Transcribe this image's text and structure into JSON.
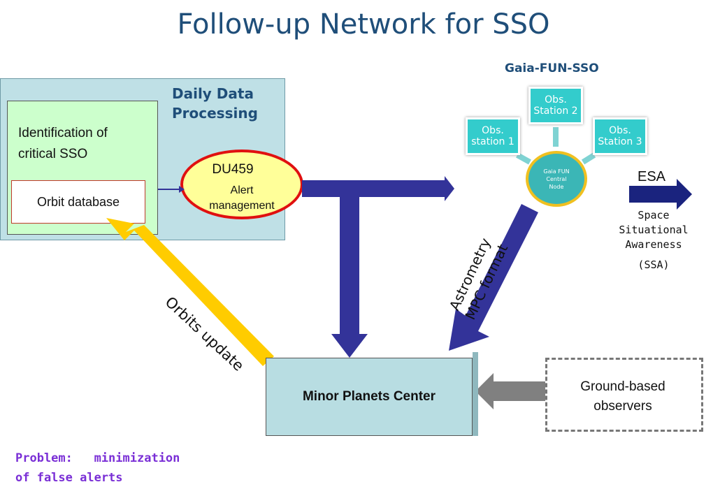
{
  "title": "Follow-up Network for SSO",
  "daily_processing": {
    "label": "Daily Data\nProcessing",
    "identification": "Identification of\ncritical SSO",
    "orbit_database": "Orbit database"
  },
  "du459": {
    "title": "DU459",
    "subtitle": "Alert\nmanagement"
  },
  "gaia_fun": {
    "title": "Gaia-FUN-SSO",
    "stations": [
      "Obs.\nstation 1",
      "Obs.\nStation 2",
      "Obs.\nStation 3"
    ],
    "central_node": "Gaia FUN\nCentral\nNode"
  },
  "esa": {
    "label": "ESA",
    "description": "Space\nSituational\nAwareness",
    "abbreviation": "(SSA)"
  },
  "arrows": {
    "orbits_update": "Orbits update",
    "astrometry": "Astrometry\nMPC format"
  },
  "mpc": {
    "label": "Minor Planets Center"
  },
  "ground": {
    "label": "Ground-based\nobservers"
  },
  "problem": "Problem:   minimization\nof false alerts",
  "colors": {
    "title": "#1f4e79",
    "arrow_blue": "#333399",
    "arrow_yellow": "#ffcc00",
    "arrow_gray": "#808080",
    "problem_text": "#7a2fd6"
  }
}
